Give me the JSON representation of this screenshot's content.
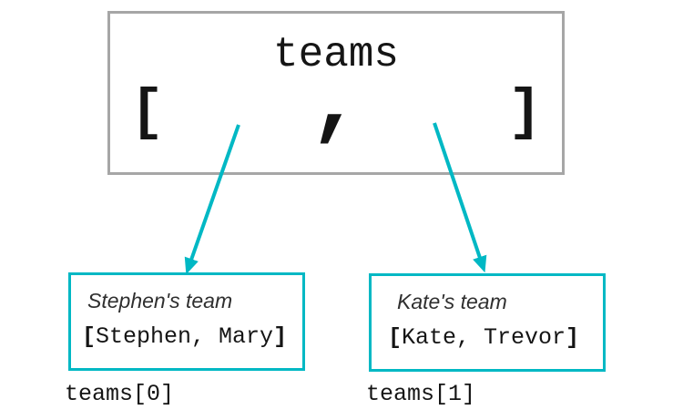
{
  "diagram": {
    "colors": {
      "accent": "#00b8c4",
      "root_border": "#a6a6a6",
      "text": "#151515"
    },
    "root": {
      "title": "teams",
      "open_bracket": "[",
      "comma": ",",
      "close_bracket": "]"
    },
    "children": [
      {
        "title": "Stephen's team",
        "open_bracket": "[",
        "members": "Stephen, Mary",
        "close_bracket": "]",
        "index_label": "teams[0]"
      },
      {
        "title": "Kate's team",
        "open_bracket": "[",
        "members": "Kate, Trevor",
        "close_bracket": "]",
        "index_label": "teams[1]"
      }
    ]
  }
}
